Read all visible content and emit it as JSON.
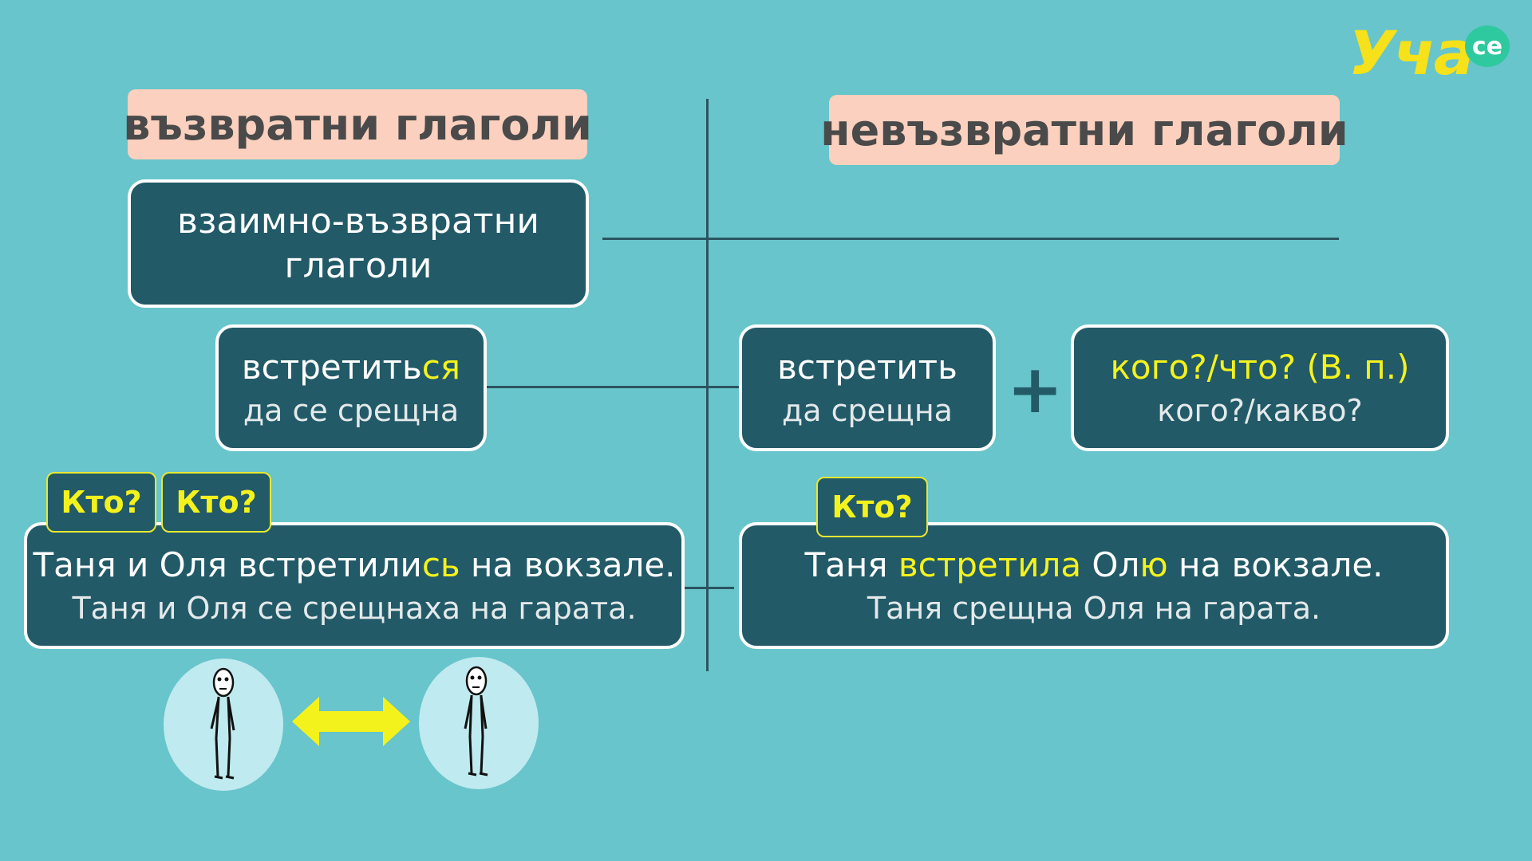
{
  "logo": {
    "text": "Уча",
    "badge": "се"
  },
  "left_header": "възвратни глаголи",
  "right_header": "невъзвратни глаголи",
  "mutual_box": {
    "line1": "взаимно-възвратни",
    "line2": "глаголи"
  },
  "reflexive_verb": {
    "stem": "встретить",
    "suffix": "ся",
    "translation": "да се срещна"
  },
  "nonreflexive_verb": {
    "word": "встретить",
    "translation": "да срещна"
  },
  "plus_sign": "+",
  "question_box": {
    "line1": "кого?/что? (В. п.)",
    "line2": "кого?/какво?"
  },
  "left_tags": [
    "Кто?",
    "Кто?"
  ],
  "right_tag": "Кто?",
  "left_sentence": {
    "part1": "Таня и Оля встретили",
    "part2": "сь",
    "part3": " на вокзале.",
    "translation": "Таня и Оля се срещнаха на гарата."
  },
  "right_sentence": {
    "part1": "Таня ",
    "part2": "встретила",
    "part3": " Ол",
    "part4": "ю",
    "part5": " на вокзале.",
    "translation": "Таня срещна Оля на гарата."
  },
  "colors": {
    "background": "#67c5cb",
    "box": "#225a68",
    "header": "#fcd0be",
    "highlight": "#f4f21d",
    "arrow": "#f4f21d"
  }
}
